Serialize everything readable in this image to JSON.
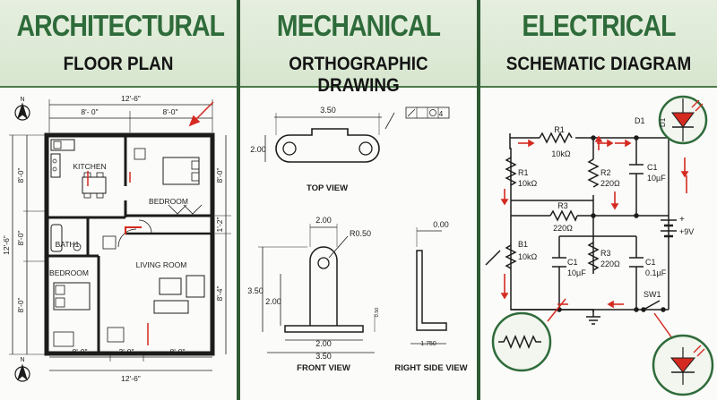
{
  "panels": {
    "architectural": {
      "title": "ARCHITECTURAL",
      "subtitle": "FLOOR PLAN",
      "north": "N",
      "dims": {
        "top_total": "12'-6\"",
        "top_left": "8'- 0\"",
        "top_right": "8'-0\"",
        "left_total": "12'-6\"",
        "left_a": "8'-0\"",
        "left_b": "8'-0\"",
        "left_c": "8'-0\"",
        "right_a": "8'-0\"",
        "right_b": "1'-2\"",
        "right_c": "8'-4\"",
        "bot_a": "8'-0\"",
        "bot_b": "3'-0\"",
        "bot_c": "8'-0\"",
        "bot_total": "12'-6\""
      },
      "rooms": {
        "kitchen": "KITCHEN",
        "bedroom1": "BEDROOM",
        "bath": "BATH1",
        "bedroom2": "BEDROOM",
        "living": "LIVING ROOM"
      }
    },
    "mechanical": {
      "title": "MECHANICAL",
      "subtitle": "ORTHOGRAPHIC DRAWING",
      "top_view": {
        "width": "3.50",
        "height": "2.00",
        "label": "TOP VIEW",
        "callout": "4"
      },
      "front_view": {
        "top": "2.00",
        "radius": "R0.50",
        "height_total": "3.50",
        "height_inner": "2.00",
        "small": "0.50",
        "bottom_inner": "2.00",
        "bottom_total": "3.50",
        "label": "FRONT VIEW"
      },
      "side_view": {
        "top": "0.00",
        "bottom": "1.750",
        "label": "RIGHT SIDE VIEW"
      }
    },
    "electrical": {
      "title": "ELECTRICAL",
      "subtitle": "SCHEMATIC DIAGRAM",
      "components": {
        "r1_top": "R1",
        "r1_top_val": "10kΩ",
        "r1_left": "R1",
        "r1_left_val": "10kΩ",
        "r2": "R2",
        "r2_val": "220Ω",
        "c1_top": "C1",
        "c1_top_val": "10µF",
        "r3_mid": "R3",
        "r3_mid_val": "220Ω",
        "b1": "B1",
        "b1_val": "10kΩ",
        "c1_mid": "C1",
        "c1_mid_val": "10µF",
        "r3_low": "R3",
        "r3_low_val": "220Ω",
        "c1_right": "C1",
        "c1_right_val": "0.1µF",
        "d1": "D1",
        "d1_led": "D1",
        "battery": "+9V",
        "switch": "SW1"
      }
    }
  },
  "colors": {
    "green": "#2e6b3a",
    "dark_green": "#2f5a34",
    "red": "#d42a20",
    "ink": "#1c1c1c"
  }
}
